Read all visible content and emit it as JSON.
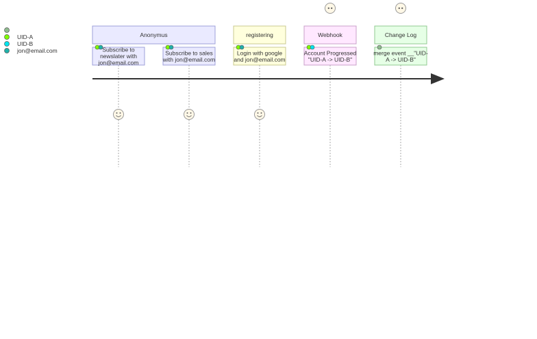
{
  "legend": [
    {
      "label": "",
      "color": "#8fbc8f"
    },
    {
      "label": "UID-A",
      "color": "#7fff00"
    },
    {
      "label": "UID-B",
      "color": "#00e5ee"
    },
    {
      "label": "jon@email.com",
      "color": "#20b2aa"
    }
  ],
  "sections": [
    {
      "label": "Anonymus",
      "fill": "#eaeaff",
      "stroke": "#9ea0d8"
    },
    {
      "label": "registering",
      "fill": "#ffffdd",
      "stroke": "#c8c890"
    },
    {
      "label": "Webhook",
      "fill": "#ffe8ff",
      "stroke": "#c8a0c8"
    },
    {
      "label": "Change Log",
      "fill": "#e6ffe6",
      "stroke": "#90c890"
    }
  ],
  "events": [
    {
      "lines": [
        "Subscribe to",
        "newslater with",
        "jon@email.com"
      ],
      "actor": "smiley",
      "dots": [
        "#7fff00",
        "#20b2aa"
      ],
      "fill": "#eaeaff",
      "stroke": "#9ea0d8"
    },
    {
      "lines": [
        "Subscribe to sales",
        "with jon@email.com"
      ],
      "actor": "smiley",
      "dots": [
        "#7fff00",
        "#20b2aa"
      ],
      "fill": "#eaeaff",
      "stroke": "#9ea0d8"
    },
    {
      "lines": [
        "Login with google",
        "and jon@email.com"
      ],
      "actor": "smiley",
      "dots": [
        "#7fff00",
        "#20b2aa"
      ],
      "fill": "#ffffdd",
      "stroke": "#c8c890"
    },
    {
      "lines": [
        "Account Progressed",
        "\"UID-A -> UID-B\""
      ],
      "actor": "robot",
      "dots": [
        "#7fff00",
        "#00e5ee"
      ],
      "fill": "#ffe8ff",
      "stroke": "#c8a0c8"
    },
    {
      "lines": [
        "merge event __\"UID-",
        "A -> UID-B\""
      ],
      "actor": "robot",
      "dots": [
        "#8fbc8f"
      ],
      "fill": "#e6ffe6",
      "stroke": "#90c890"
    }
  ],
  "colors": {
    "axis": "#333333",
    "guide": "#aaaaaa",
    "face_fill": "#fff8e7",
    "face_stroke": "#999999"
  }
}
